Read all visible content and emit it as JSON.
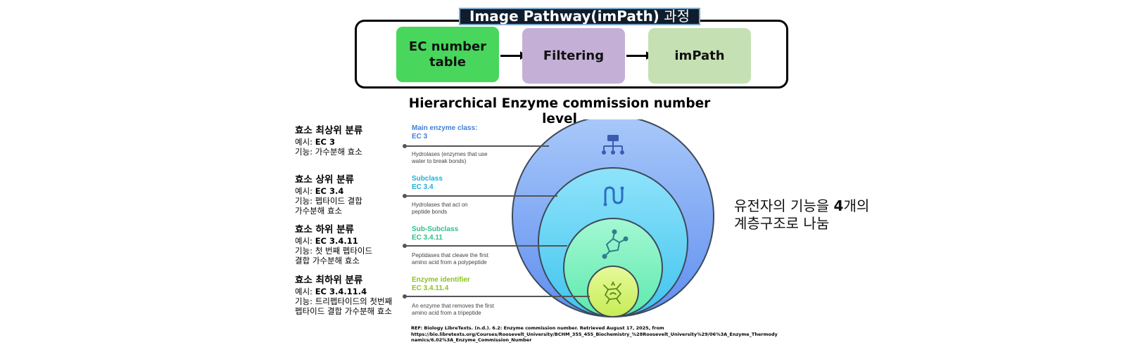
{
  "pipeline": {
    "title_main": "Image Pathway(imPath)",
    "title_suffix": " 과정",
    "steps": [
      {
        "label_line1": "EC number",
        "label_line2": "table",
        "color": "#48d65c"
      },
      {
        "label_line1": "Filtering",
        "label_line2": "",
        "color": "#c4b0d6"
      },
      {
        "label_line1": "imPath",
        "label_line2": "",
        "color": "#c5e1b4"
      }
    ]
  },
  "hierarchy": {
    "title_line1": "Hierarchical Enzyme commission number",
    "title_line2": "level",
    "levels": [
      {
        "heading": "효소 최상위 분류",
        "example_label": "예시: ",
        "example_value": "EC 3",
        "function_label": "기능: ",
        "function_line1": "가수분해 효소",
        "function_line2": "",
        "caption_title": "Main enzyme class:",
        "caption_code": "EC 3",
        "caption_desc_line1": "Hydrolases (enzymes that use",
        "caption_desc_line2": "water to break bonds)",
        "caption_color": "#3f7fd8",
        "circle_color": "#8db5f6",
        "icon": "hierarchy-icon"
      },
      {
        "heading": "효소 상위 분류",
        "example_label": "예시: ",
        "example_value": "EC 3.4",
        "function_label": "기능: ",
        "function_line1": "펩타이드 결합",
        "function_line2": "가수분해 효소",
        "caption_title": "Subclass",
        "caption_code": "EC 3.4",
        "caption_desc_line1": "Hydrolases that act on",
        "caption_desc_line2": "peptide bonds",
        "caption_color": "#1fb0d6",
        "circle_color": "#6fd6f5",
        "icon": "peptide-chain-icon"
      },
      {
        "heading": "효소 하위 분류",
        "example_label": "예시: ",
        "example_value": "EC 3.4.11",
        "function_label": "기능: ",
        "function_line1": "첫 번째 펩타이드",
        "function_line2": "결합 가수분해 효소",
        "caption_title": "Sub-Subclass",
        "caption_code": "EC 3.4.11",
        "caption_desc_line1": "Peptidases that cleave the first",
        "caption_desc_line2": "amino acid from a polypeptide",
        "caption_color": "#2cc08a",
        "circle_color": "#82f5c4",
        "icon": "molecule-icon"
      },
      {
        "heading": "효소 최하위 분류",
        "example_label": "예시: ",
        "example_value": "EC 3.4.11.4",
        "function_label": "기능: ",
        "function_line1": " 트리펩타이드의 첫번째",
        "function_line2": "펩타이드 결합 가수분해 효소",
        "caption_title": "Enzyme identifier",
        "caption_code": "EC 3.4.11.4",
        "caption_desc_line1": "An enzyme that removes the first",
        "caption_desc_line2": "amino acid from a tripeptide",
        "caption_color": "#8cc21c",
        "circle_color": "#d8f57c",
        "icon": "enzyme-icon"
      }
    ]
  },
  "side_note": {
    "line1_pre": "유전자의 기능을 ",
    "line1_bold": "4",
    "line1_post": "개의",
    "line2": "계층구조로 나눔"
  },
  "reference": {
    "line1": "REF: Biology LibreTexts. (n.d.). 6.2: Enzyme commission number. Retrieved August 17, 2025, from",
    "line2": "https://bio.libretexts.org/Courses/Roosevelt_University/BCHM_355_455_Biochemistry_%28Roosevelt_University%29/06%3A_Enzyme_Thermody",
    "line3": "namics/6.02%3A_Enzyme_Commission_Number"
  }
}
